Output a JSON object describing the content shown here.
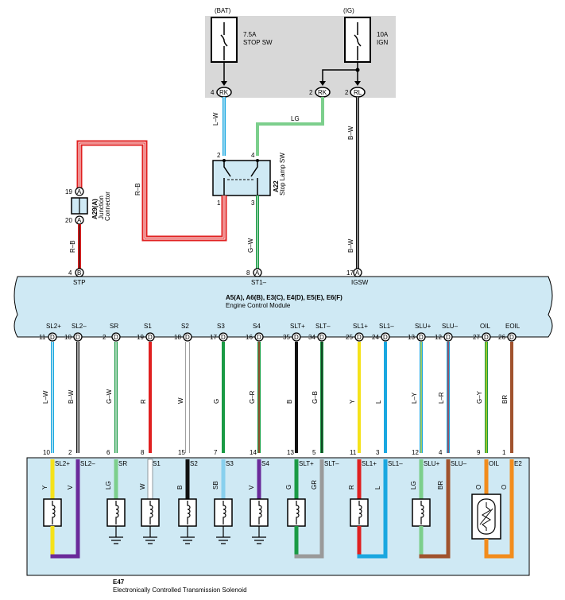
{
  "colors": {
    "panel_bg": "#d8d8d8",
    "module_bg": "#cfe9f4",
    "wire_L": "#1aa7e0",
    "wire_LG": "#7ccf8c",
    "wire_B": "#111111",
    "wire_R": "#e02020",
    "wire_G": "#1a9a44",
    "wire_W": "#ffffff",
    "wire_Y": "#f5e21a",
    "wire_V": "#6a2a9a",
    "wire_BR": "#a0522d",
    "wire_O": "#f28c1c",
    "wire_GR": "#9a9a9a",
    "wire_SB": "#88d0ee"
  },
  "top_panel": {
    "bat_label": "(BAT)",
    "ig_label": "(IG)",
    "fuse_bat_amp": "7.5A",
    "fuse_bat_name": "STOP SW",
    "fuse_ig_amp": "10A",
    "fuse_ig_name": "IGN",
    "conn_rk1": "RK",
    "conn_rk2": "RK",
    "conn_rl": "RL",
    "pin_rk1": "4",
    "pin_rk2": "2",
    "pin_rl": "2"
  },
  "stop_lamp_sw": {
    "id": "A22",
    "name": "Stop Lamp SW",
    "pin1": "1",
    "pin2": "2",
    "pin3": "3",
    "pin4": "4"
  },
  "junction": {
    "id": "A29(A)",
    "name1": "Junction",
    "name2": "Connector",
    "pin_top": "19",
    "pin_bottom": "20",
    "letter": "A"
  },
  "wire_labels": {
    "l_w_top": "L–W",
    "lg_top": "LG",
    "b_w_top": "B–W",
    "r_b_loop": "R–B",
    "r_b_low": "R–B",
    "g_w_low": "G–W",
    "b_w_low": "B–W"
  },
  "ecm": {
    "connectors": "A5(A), A6(B), E3(C), E4(D), E5(E), E6(F)",
    "name": "Engine Control Module",
    "top_pins": [
      {
        "num": "4",
        "letter": "B",
        "name": "STP"
      },
      {
        "num": "8",
        "letter": "A",
        "name": "ST1–"
      },
      {
        "num": "17",
        "letter": "A",
        "name": "IGSW"
      }
    ],
    "bottom_pins": [
      {
        "name": "SL2+",
        "num": "11",
        "letter": "D"
      },
      {
        "name": "SL2–",
        "num": "10",
        "letter": "D"
      },
      {
        "name": "SR",
        "num": "2",
        "letter": "D"
      },
      {
        "name": "S1",
        "num": "19",
        "letter": "D"
      },
      {
        "name": "S2",
        "num": "18",
        "letter": "D"
      },
      {
        "name": "S3",
        "num": "17",
        "letter": "D"
      },
      {
        "name": "S4",
        "num": "16",
        "letter": "D"
      },
      {
        "name": "SLT+",
        "num": "35",
        "letter": "D"
      },
      {
        "name": "SLT–",
        "num": "34",
        "letter": "D"
      },
      {
        "name": "SL1+",
        "num": "25",
        "letter": "D"
      },
      {
        "name": "SL1–",
        "num": "24",
        "letter": "D"
      },
      {
        "name": "SLU+",
        "num": "13",
        "letter": "D"
      },
      {
        "name": "SLU–",
        "num": "12",
        "letter": "D"
      },
      {
        "name": "OIL",
        "num": "27",
        "letter": "D"
      },
      {
        "name": "EOIL",
        "num": "26",
        "letter": "D"
      }
    ]
  },
  "mid_wires": [
    "L–W",
    "B–W",
    "G–W",
    "R",
    "W",
    "G",
    "G–R",
    "B",
    "G–B",
    "Y",
    "L",
    "L–Y",
    "L–R",
    "G–Y",
    "BR"
  ],
  "solenoid": {
    "id": "E47",
    "name": "Electronically Controlled Transmission Solenoid",
    "pins": [
      "10",
      "2",
      "6",
      "8",
      "15",
      "7",
      "14",
      "13",
      "5",
      "11",
      "3",
      "12",
      "4",
      "9",
      "1"
    ],
    "pin_names": [
      "SL2+",
      "SL2–",
      "SR",
      "S1",
      "S2",
      "S3",
      "S4",
      "SLT+",
      "SLT–",
      "SL1+",
      "SL1–",
      "SLU+",
      "SLU–",
      "OIL",
      "E2"
    ],
    "inner_wires": [
      "Y",
      "V",
      "LG",
      "W",
      "B",
      "SB",
      "V",
      "G",
      "GR",
      "R",
      "L",
      "LG",
      "BR",
      "O",
      "O"
    ]
  }
}
